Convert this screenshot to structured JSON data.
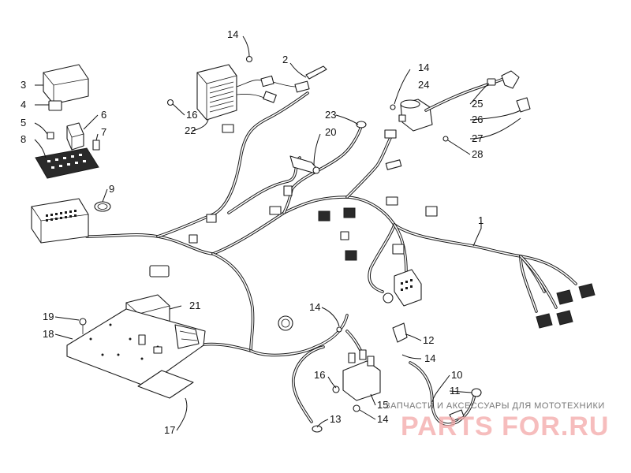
{
  "callouts": [
    {
      "id": "c1",
      "label": "1"
    },
    {
      "id": "c2",
      "label": "2"
    },
    {
      "id": "c3",
      "label": "3"
    },
    {
      "id": "c4",
      "label": "4"
    },
    {
      "id": "c5",
      "label": "5"
    },
    {
      "id": "c6",
      "label": "6"
    },
    {
      "id": "c7",
      "label": "7"
    },
    {
      "id": "c8",
      "label": "8"
    },
    {
      "id": "c9",
      "label": "9"
    },
    {
      "id": "c10",
      "label": "10"
    },
    {
      "id": "c11",
      "label": "11"
    },
    {
      "id": "c12",
      "label": "12"
    },
    {
      "id": "c13",
      "label": "13"
    },
    {
      "id": "c14a",
      "label": "14"
    },
    {
      "id": "c14b",
      "label": "14"
    },
    {
      "id": "c14c",
      "label": "14"
    },
    {
      "id": "c14d",
      "label": "14"
    },
    {
      "id": "c14e",
      "label": "14"
    },
    {
      "id": "c15",
      "label": "15"
    },
    {
      "id": "c16a",
      "label": "16"
    },
    {
      "id": "c16b",
      "label": "16"
    },
    {
      "id": "c17",
      "label": "17"
    },
    {
      "id": "c18",
      "label": "18"
    },
    {
      "id": "c19",
      "label": "19"
    },
    {
      "id": "c20",
      "label": "20"
    },
    {
      "id": "c21",
      "label": "21"
    },
    {
      "id": "c22",
      "label": "22"
    },
    {
      "id": "c23",
      "label": "23"
    },
    {
      "id": "c24",
      "label": "24"
    },
    {
      "id": "c25",
      "label": "25"
    },
    {
      "id": "c26",
      "label": "26"
    },
    {
      "id": "c27",
      "label": "27"
    },
    {
      "id": "c28",
      "label": "28"
    }
  ],
  "watermark": {
    "caption": "ЗАПЧАСТИ И АКСЕССУАРЫ ДЛЯ МОТОТЕХНИКИ",
    "logo": "PARTS FOR.RU"
  }
}
